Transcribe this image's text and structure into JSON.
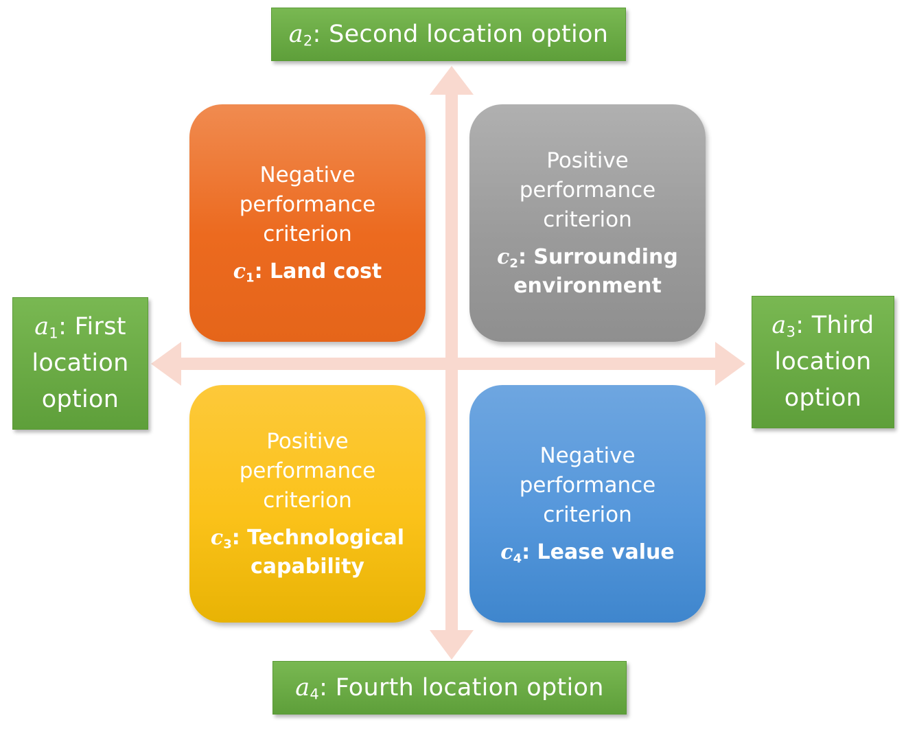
{
  "options": {
    "top": {
      "symbol": "a",
      "sub": "2",
      "label": ": Second location option"
    },
    "left": {
      "symbol": "a",
      "sub": "1",
      "label": ": First location option"
    },
    "right": {
      "symbol": "a",
      "sub": "3",
      "label": ": Third location option"
    },
    "bottom": {
      "symbol": "a",
      "sub": "4",
      "label": ": Fourth location option"
    }
  },
  "criteria": {
    "c1": {
      "kind": "Negative performance criterion",
      "symbol": "c",
      "sub": "1",
      "name": ": Land cost"
    },
    "c2": {
      "kind": "Positive performance criterion",
      "symbol": "c",
      "sub": "2",
      "name": ": Surrounding environment"
    },
    "c3": {
      "kind": "Positive performance criterion",
      "symbol": "c",
      "sub": "3",
      "name": ": Technological capability"
    },
    "c4": {
      "kind": "Negative performance criterion",
      "symbol": "c",
      "sub": "4",
      "name": ": Lease value"
    }
  },
  "colors": {
    "option_green": "#6aab45",
    "arrow": "#f9d9cf",
    "c1_orange": "#ed7528",
    "c2_gray": "#a3a3a3",
    "c3_yellow": "#fbc21a",
    "c4_blue": "#5597db"
  }
}
